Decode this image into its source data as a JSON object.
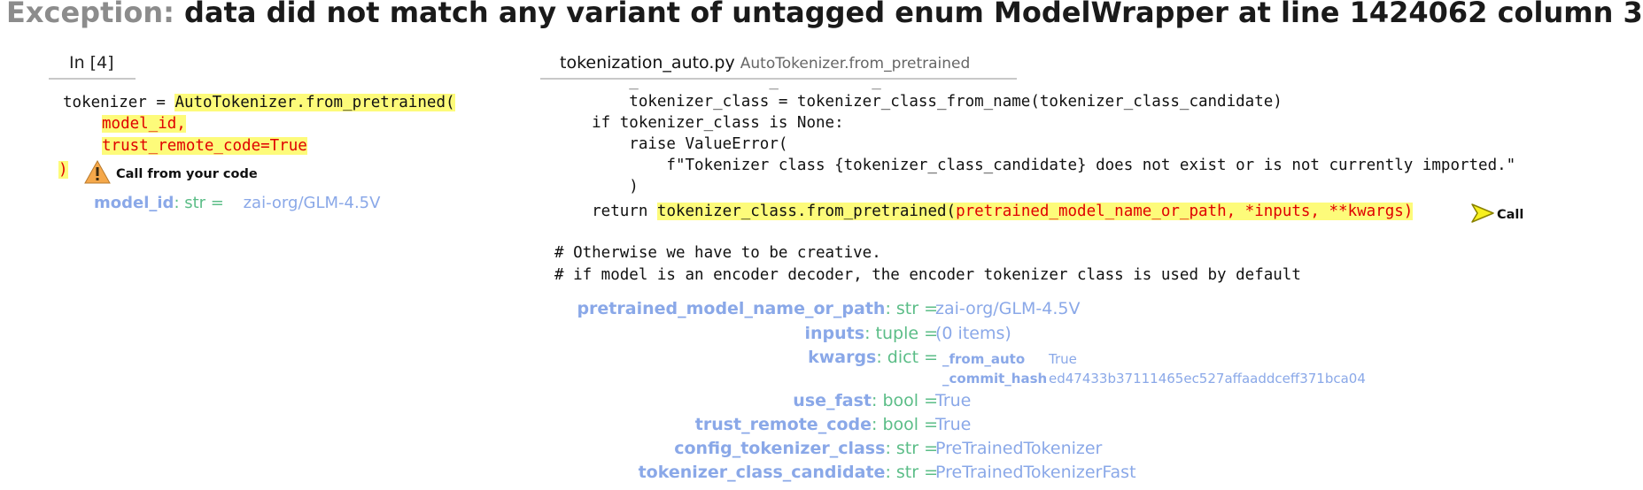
{
  "exception": {
    "label": "Exception:",
    "message": "data did not match any variant of untagged enum ModelWrapper at line 1424062 column 3"
  },
  "left_panel": {
    "tab_label": "In [4]",
    "code": {
      "line1_prefix": "tokenizer = ",
      "line1_call": "AutoTokenizer.from_pretrained(",
      "line2_arg": "model_id,",
      "line3_arg": "trust_remote_code=True",
      "line4_close": ")"
    },
    "callout": {
      "icon": "warning-icon",
      "text": "Call from your code"
    },
    "variables": [
      {
        "name": "model_id",
        "type": ": str = ",
        "value": "zai-org/GLM-4.5V"
      }
    ]
  },
  "right_panel": {
    "tab_file": "tokenization_auto.py",
    "tab_function": "AutoTokenizer.from_pretrained",
    "code": {
      "cut_line": "        _              _          _",
      "line1": "        tokenizer_class = tokenizer_class_from_name(tokenizer_class_candidate)",
      "line2": "    if tokenizer_class is None:",
      "line3": "        raise ValueError(",
      "line4": "            f\"Tokenizer class {tokenizer_class_candidate} does not exist or is not currently imported.\"",
      "line5": "        )",
      "line6_prefix": "    return ",
      "line6_call": "tokenizer_class.from_pretrained(",
      "line6_args": "pretrained_model_name_or_path, *inputs, **kwargs)",
      "comment1": "# Otherwise we have to be creative.",
      "comment2": "# if model is an encoder decoder, the encoder tokenizer class is used by default"
    },
    "callout": {
      "icon": "arrow-right-icon",
      "text": "Call"
    },
    "variables": [
      {
        "name": "pretrained_model_name_or_path",
        "type": ": str = ",
        "value": "zai-org/GLM-4.5V"
      },
      {
        "name": "inputs",
        "type": ": tuple = ",
        "value": "(0 items)"
      },
      {
        "name": "kwargs",
        "type": ": dict = ",
        "entries": [
          {
            "key": "_from_auto",
            "value": "True"
          },
          {
            "key": "_commit_hash",
            "value": "ed47433b37111465ec527affaaddceff371bca04"
          }
        ]
      },
      {
        "name": "use_fast",
        "type": ": bool = ",
        "value": "True"
      },
      {
        "name": "trust_remote_code",
        "type": ": bool = ",
        "value": "True"
      },
      {
        "name": "config_tokenizer_class",
        "type": ": str = ",
        "value": "PreTrainedTokenizer"
      },
      {
        "name": "tokenizer_class_candidate",
        "type": ": str = ",
        "value": "PreTrainedTokenizerFast"
      }
    ]
  },
  "colors": {
    "highlight": "#fdfb7a",
    "argument": "#e00000",
    "var_name": "#8aa8e8",
    "var_type": "#5bbd87",
    "header_label": "#8c8c8c"
  }
}
